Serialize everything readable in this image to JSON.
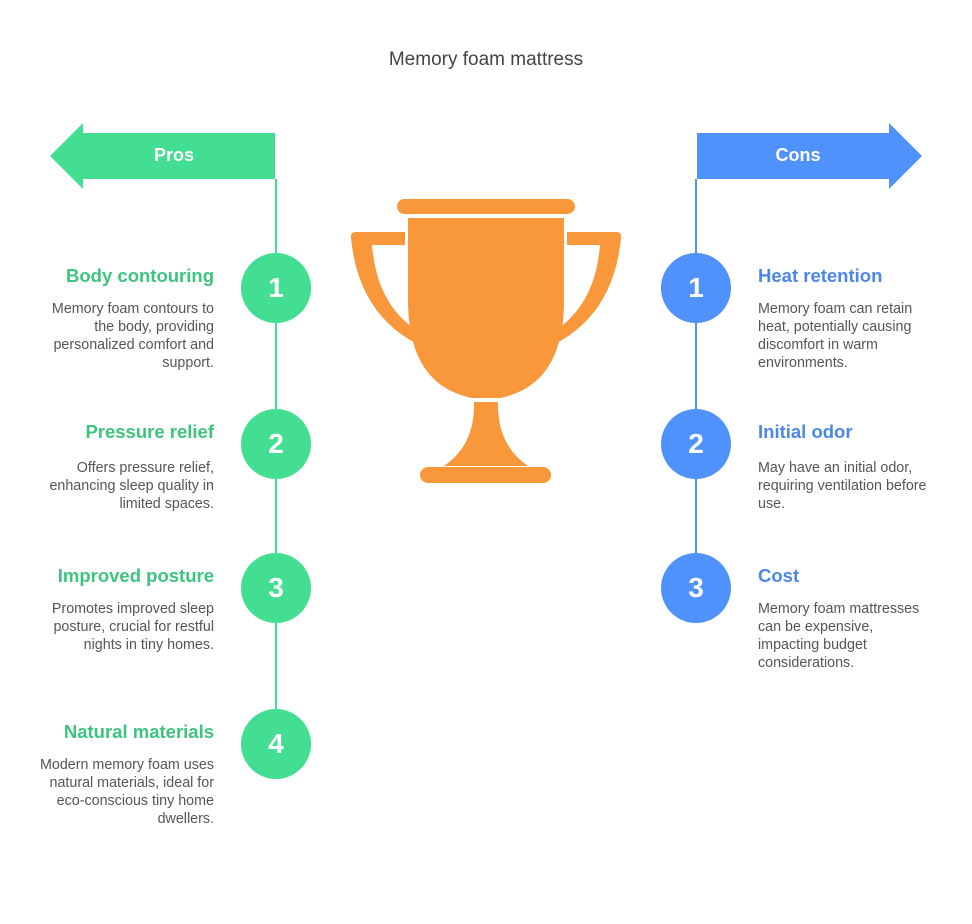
{
  "title": "Memory foam mattress",
  "colors": {
    "pros": "#44DE92",
    "pros_text": "#3DC47E",
    "cons": "#5092FB",
    "cons_text": "#4A87E8",
    "trophy": "#F8983A"
  },
  "icons": {
    "center": "trophy-icon"
  },
  "pros": {
    "label": "Pros",
    "items": [
      {
        "number": "1",
        "title": "Body contouring",
        "desc": "Memory foam contours to the body, providing personalized comfort and support."
      },
      {
        "number": "2",
        "title": "Pressure relief",
        "desc": "Offers pressure relief, enhancing sleep quality in limited spaces."
      },
      {
        "number": "3",
        "title": "Improved posture",
        "desc": "Promotes improved sleep posture, crucial for restful nights in tiny homes."
      },
      {
        "number": "4",
        "title": "Natural materials",
        "desc": "Modern memory foam uses natural materials, ideal for eco-conscious tiny home dwellers."
      }
    ]
  },
  "cons": {
    "label": "Cons",
    "items": [
      {
        "number": "1",
        "title": "Heat retention",
        "desc": "Memory foam can retain heat, potentially causing discomfort in warm environments."
      },
      {
        "number": "2",
        "title": "Initial odor",
        "desc": "May have an initial odor, requiring ventilation before use."
      },
      {
        "number": "3",
        "title": "Cost",
        "desc": "Memory foam mattresses can be expensive, impacting budget considerations."
      }
    ]
  }
}
